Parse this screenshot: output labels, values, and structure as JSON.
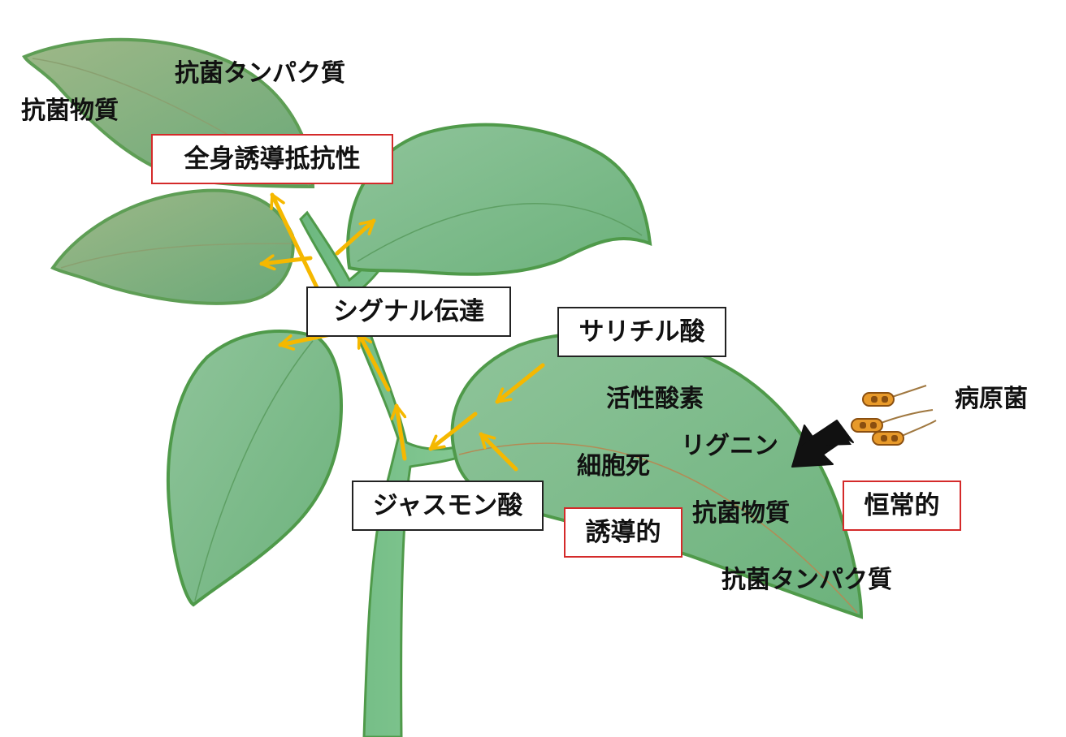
{
  "labels": {
    "top_antibacterial_protein": "抗菌タンパク質",
    "top_antibacterial_substance": "抗菌物質",
    "systemic_acquired_resistance": "全身誘導抵抗性",
    "signal_transduction": "シグナル伝達",
    "salicylic_acid": "サリチル酸",
    "jasmonic_acid": "ジャスモン酸",
    "reactive_oxygen": "活性酸素",
    "lignin": "リグニン",
    "cell_death": "細胞死",
    "induced": "誘導的",
    "antibacterial_substance": "抗菌物質",
    "antibacterial_protein": "抗菌タンパク質",
    "constitutive": "恒常的",
    "pathogen": "病原菌"
  },
  "colors": {
    "leaf_fill": "#78bb84",
    "leaf_edge": "#4f9a4a",
    "arrow": "#f5b800",
    "highlight_border": "#d42a2a",
    "box_border": "#222222"
  }
}
